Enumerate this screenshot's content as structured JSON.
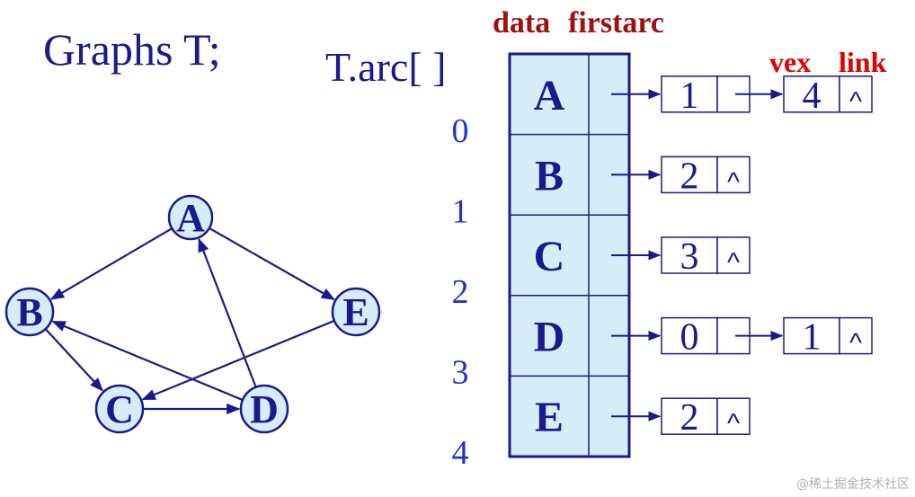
{
  "title": "Graphs T;",
  "array_label": "T.arc[ ]",
  "header": {
    "data": "data",
    "firstarc": "firstarc"
  },
  "node_header": {
    "vex": "vex",
    "link": "link"
  },
  "watermark": "@稀土掘金技术社区",
  "null_symbol": "^",
  "colors": {
    "primary": "#1a1a8c",
    "header_red": "#a01010",
    "node_fill": "#d6ecf7",
    "index_blue": "#2233cc"
  },
  "graph": {
    "nodes": [
      "A",
      "B",
      "C",
      "D",
      "E"
    ],
    "edges": [
      [
        "A",
        "B"
      ],
      [
        "A",
        "E"
      ],
      [
        "B",
        "C"
      ],
      [
        "C",
        "D"
      ],
      [
        "D",
        "A"
      ],
      [
        "D",
        "B"
      ],
      [
        "E",
        "C"
      ]
    ]
  },
  "adjacency": {
    "indices": [
      "0",
      "1",
      "2",
      "3",
      "4"
    ],
    "rows": [
      {
        "data": "A",
        "list": [
          "1",
          "4"
        ]
      },
      {
        "data": "B",
        "list": [
          "2"
        ]
      },
      {
        "data": "C",
        "list": [
          "3"
        ]
      },
      {
        "data": "D",
        "list": [
          "0",
          "1"
        ]
      },
      {
        "data": "E",
        "list": [
          "2"
        ]
      }
    ]
  }
}
